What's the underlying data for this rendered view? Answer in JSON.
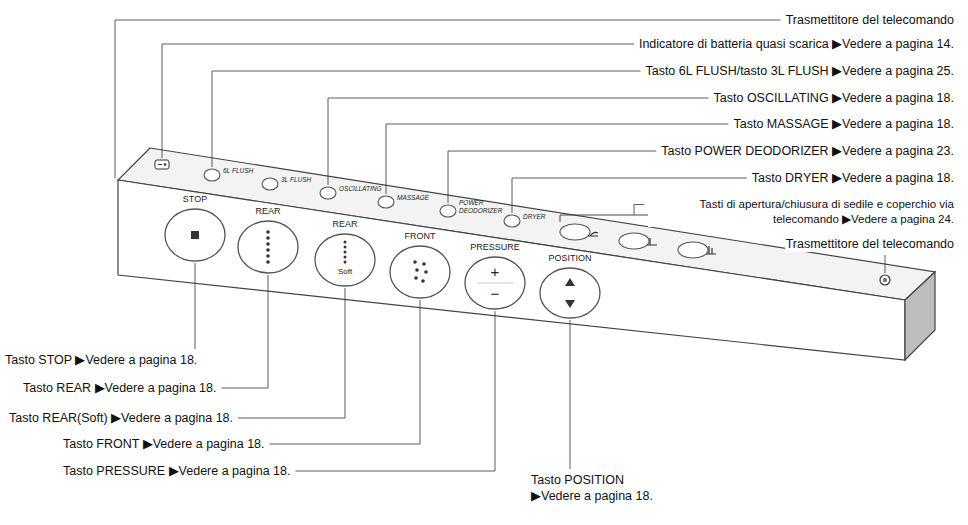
{
  "diagram": {
    "nodes": [
      {
        "text": [
          "6L FLUSH"
        ]
      },
      {
        "text": [
          "3L FLUSH"
        ]
      },
      {
        "text": [
          "OSCILLATING"
        ]
      },
      {
        "text": [
          "MASSAGE"
        ]
      },
      {
        "text": [
          "POWER DEODORIZER"
        ]
      },
      {
        "text": [
          "DRYER"
        ]
      },
      {
        "text": [
          "STOP"
        ]
      },
      {
        "text": [
          "REAR"
        ]
      },
      {
        "text": [
          "REAR",
          "Soft"
        ]
      },
      {
        "text": [
          "FRONT"
        ]
      },
      {
        "text": [
          "PRESSURE",
          "+",
          "−"
        ]
      },
      {
        "text": [
          "POSITION"
        ]
      }
    ],
    "labels": [
      "Trasmettitore del telecomando",
      "Indicatore di batteria quasi scarica ▶Vedere a pagina 14.",
      "Tasto 6L FLUSH/tasto 3L FLUSH ▶Vedere a pagina 25.",
      "Tasto OSCILLATING ▶Vedere a pagina 18.",
      "Tasto MASSAGE ▶Vedere a pagina 18.",
      "Tasto POWER DEODORIZER ▶Vedere a pagina 23.",
      "Tasto DRYER ▶Vedere a pagina 18.",
      "Tasti di apertura/chiusura di sedile e coperchio via telecomando ▶Vedere a pagina 24.",
      "Trasmettitore del telecomando",
      "Tasto STOP ▶Vedere a pagina 18.",
      "Tasto REAR ▶Vedere a pagina 18.",
      "Tasto REAR(Soft) ▶Vedere a pagina 18.",
      "Tasto FRONT ▶Vedere a pagina 18.",
      "Tasto PRESSURE ▶Vedere a pagina 18.",
      "Tasto POSITION ▶Vedere a pagina 18."
    ]
  }
}
